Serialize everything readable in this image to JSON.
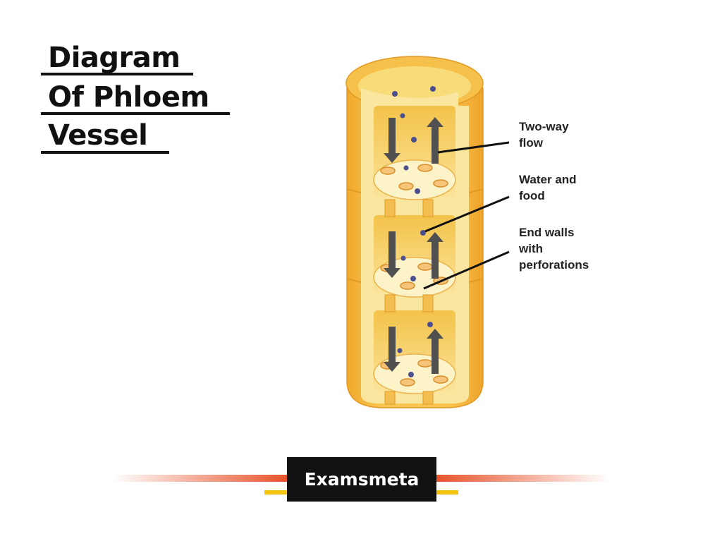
{
  "title": {
    "line1": "Diagram",
    "line2": "Of Phloem",
    "line3": "Vessel"
  },
  "labels": {
    "flow": "Two-way\nflow",
    "water_food": "Water and\nfood",
    "end_walls": "End walls\nwith\nperforations"
  },
  "brand": {
    "name": "Examsmeta"
  },
  "colors": {
    "tube_outer": "#f2b134",
    "tube_wall": "#f7cf6a",
    "tube_inner": "#fbe9a8",
    "tube_core": "#fdf6d2",
    "particle": "#4b4f8e",
    "arrow": "#505050",
    "brand_red": "#e85028",
    "brand_yellow": "#f4c20d"
  }
}
